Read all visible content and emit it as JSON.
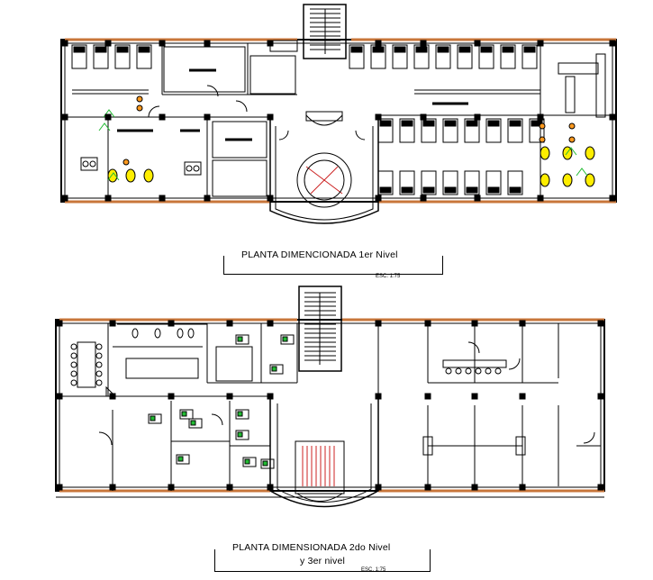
{
  "plan1": {
    "title": "PLANTA DIMENCIONADA 1er Nivel",
    "scale": "ESC. 1:75"
  },
  "plan2": {
    "title_line1": "PLANTA DIMENSIONADA 2do Nivel",
    "title_line2": "y 3er nivel",
    "scale": "ESC. 1:75"
  },
  "colors": {
    "wall": "#000000",
    "brick": "#c8763a",
    "toilet": "#ffee00",
    "plant": "#22bb33",
    "seat": "#ff9a1f",
    "stair_red": "#cc2222"
  }
}
